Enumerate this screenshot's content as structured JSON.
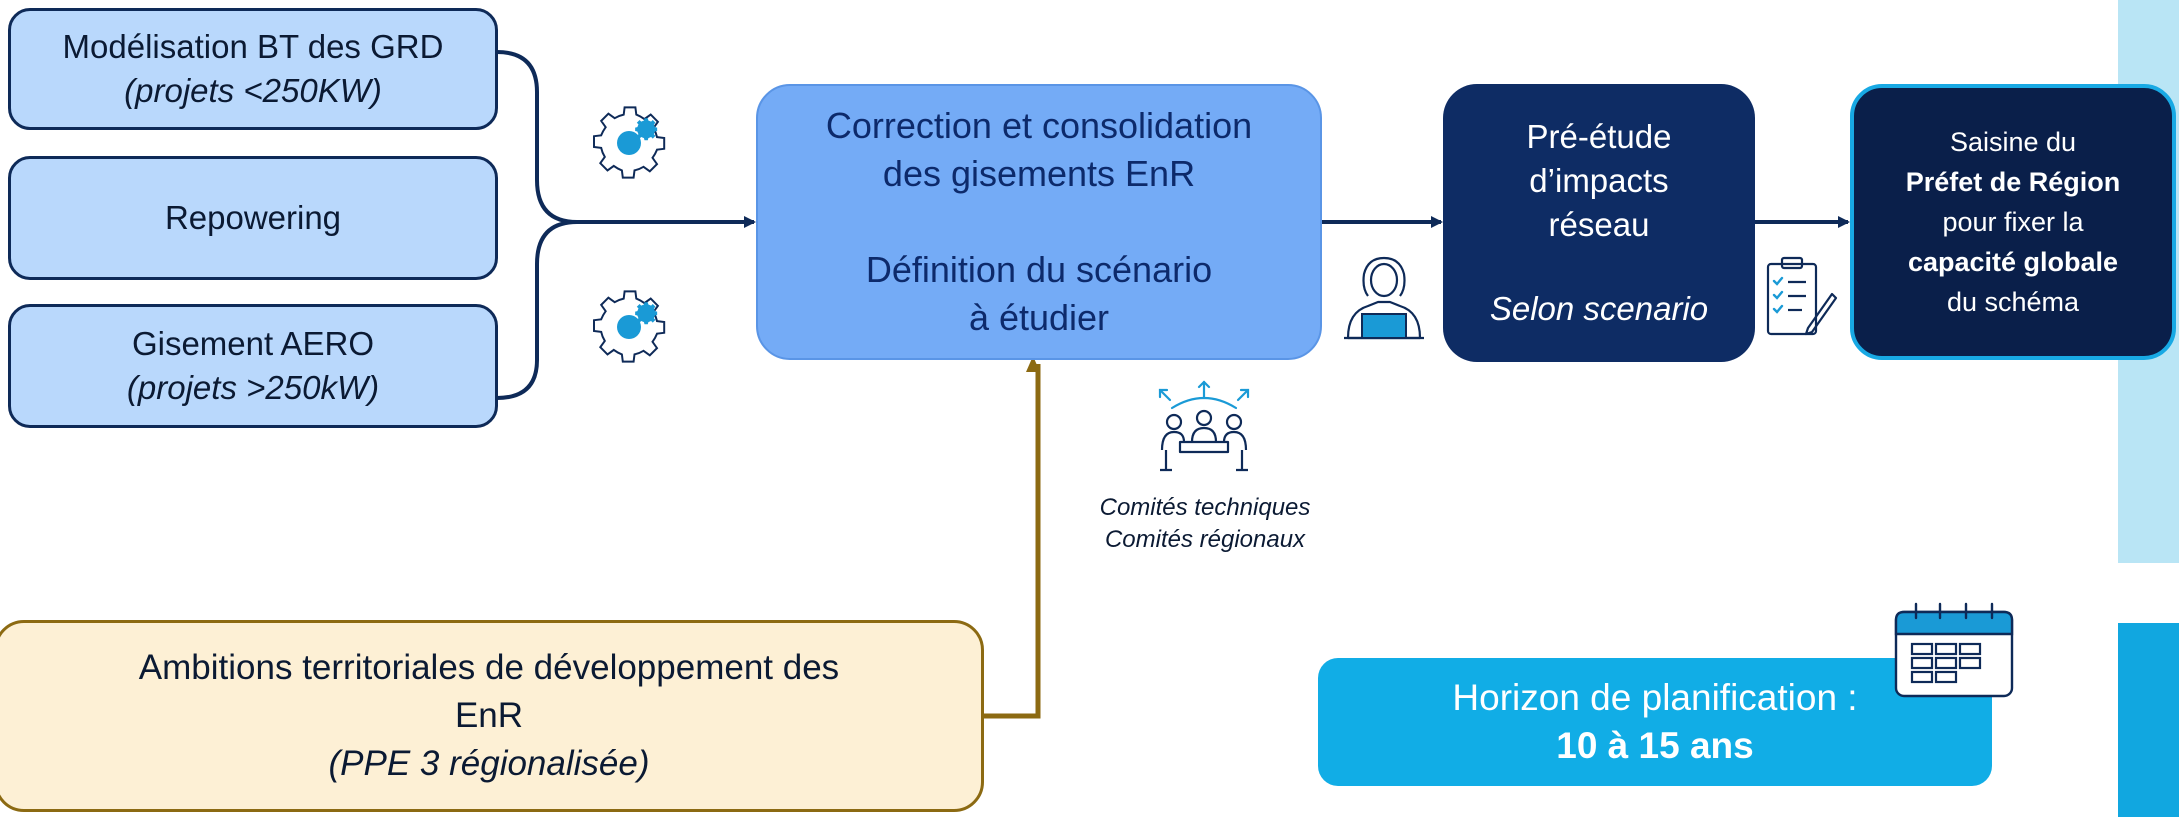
{
  "inputs": {
    "modelisation": {
      "line1": "Modélisation BT des GRD",
      "line2": "(projets <250KW)"
    },
    "repowering": {
      "line1": "Repowering"
    },
    "gisement": {
      "line1": "Gisement AERO",
      "line2": "(projets >250kW)"
    }
  },
  "main_box": {
    "line1": "Correction et consolidation",
    "line2": "des gisements EnR",
    "line3": "Définition du scénario",
    "line4": "à étudier"
  },
  "pre_etude": {
    "line1": "Pré-étude",
    "line2": "d’impacts",
    "line3": "réseau",
    "line4": "Selon scenario"
  },
  "final_box": {
    "line1": "Saisine du",
    "line2": "Préfet de Région",
    "line3": "pour fixer la",
    "line4": "capacité globale",
    "line5": "du schéma"
  },
  "committees": {
    "line1": "Comités techniques",
    "line2": "Comités régionaux"
  },
  "ambitions": {
    "line1": "Ambitions territoriales de développement des",
    "line2": "EnR",
    "line3": "(PPE 3 régionalisée)"
  },
  "horizon": {
    "line1": "Horizon de planification :",
    "line2": "10 à 15 ans"
  },
  "icons": {
    "gear": "gear-icon",
    "person": "person-laptop-icon",
    "clipboard": "clipboard-checklist-icon",
    "meeting": "meeting-group-icon",
    "calendar": "calendar-icon"
  },
  "colors": {
    "navy": "#0e2a58",
    "accent_blue": "#1a9ad6",
    "main_box": "#74abf6",
    "input_box": "#b9d8fc",
    "dark_box": "#0e2c64",
    "final_box": "#0a1f4a",
    "ambitions_fill": "#fdf0d5",
    "ambitions_border": "#8c6a12",
    "horizon": "#11ade6"
  }
}
